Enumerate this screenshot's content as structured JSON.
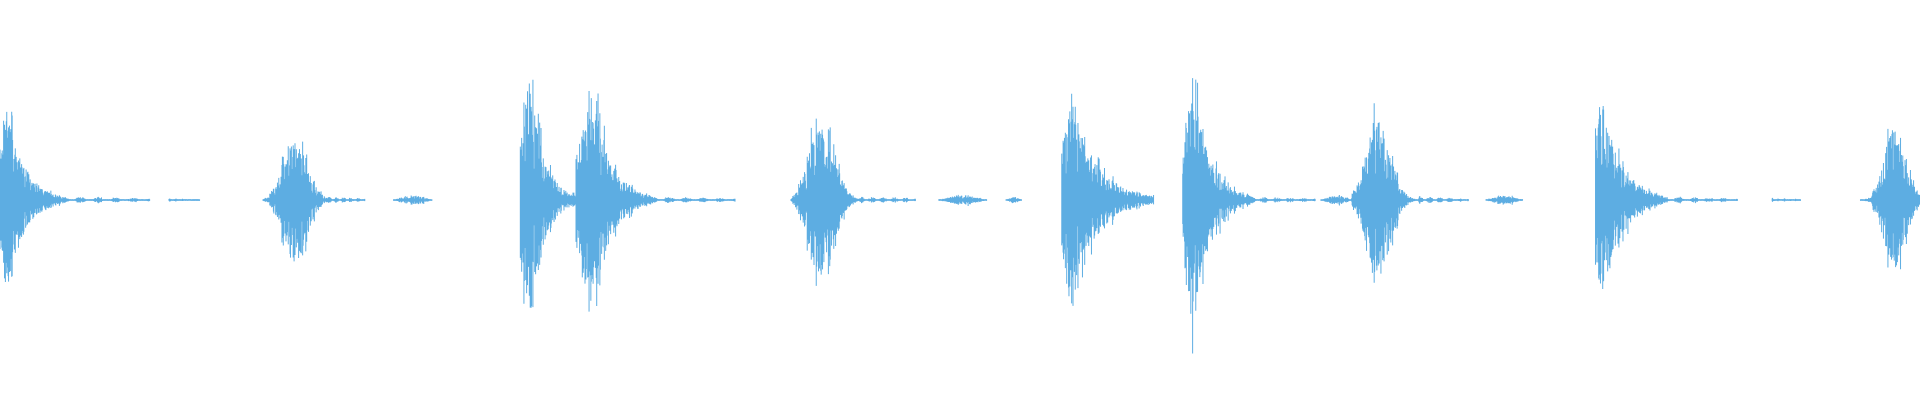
{
  "waveform": {
    "color": "#5dade2",
    "background": "#ffffff",
    "duration_fraction_segments": [
      {
        "id": "burst-1",
        "start": 0.0,
        "peak": 0.003,
        "end": 0.032,
        "amplitude": 0.58,
        "style": "percussive"
      },
      {
        "id": "tail-1a",
        "start": 0.032,
        "peak": 0.036,
        "end": 0.078,
        "amplitude": 0.02,
        "style": "tail"
      },
      {
        "id": "tail-1b",
        "start": 0.088,
        "peak": 0.095,
        "end": 0.104,
        "amplitude": 0.01,
        "style": "tail"
      },
      {
        "id": "burst-2",
        "start": 0.137,
        "peak": 0.153,
        "end": 0.171,
        "amplitude": 0.36,
        "style": "swell"
      },
      {
        "id": "tail-2a",
        "start": 0.171,
        "peak": 0.174,
        "end": 0.19,
        "amplitude": 0.02,
        "style": "tail"
      },
      {
        "id": "blip-2b",
        "start": 0.205,
        "peak": 0.211,
        "end": 0.225,
        "amplitude": 0.03,
        "style": "blip"
      },
      {
        "id": "burst-3",
        "start": 0.271,
        "peak": 0.276,
        "end": 0.3,
        "amplitude": 0.7,
        "style": "percussive"
      },
      {
        "id": "burst-4",
        "start": 0.3,
        "peak": 0.309,
        "end": 0.339,
        "amplitude": 0.62,
        "style": "percussive"
      },
      {
        "id": "tail-4a",
        "start": 0.339,
        "peak": 0.342,
        "end": 0.383,
        "amplitude": 0.02,
        "style": "tail"
      },
      {
        "id": "burst-5",
        "start": 0.412,
        "peak": 0.427,
        "end": 0.448,
        "amplitude": 0.44,
        "style": "swell"
      },
      {
        "id": "tail-5a",
        "start": 0.448,
        "peak": 0.451,
        "end": 0.477,
        "amplitude": 0.02,
        "style": "tail"
      },
      {
        "id": "blip-5b",
        "start": 0.489,
        "peak": 0.494,
        "end": 0.514,
        "amplitude": 0.03,
        "style": "blip"
      },
      {
        "id": "blip-5c",
        "start": 0.524,
        "peak": 0.527,
        "end": 0.532,
        "amplitude": 0.02,
        "style": "blip"
      },
      {
        "id": "burst-6",
        "start": 0.553,
        "peak": 0.557,
        "end": 0.601,
        "amplitude": 0.57,
        "style": "percussive"
      },
      {
        "id": "burst-7",
        "start": 0.616,
        "peak": 0.621,
        "end": 0.651,
        "amplitude": 0.7,
        "style": "percussive"
      },
      {
        "id": "tail-7a",
        "start": 0.651,
        "peak": 0.654,
        "end": 0.685,
        "amplitude": 0.02,
        "style": "tail"
      },
      {
        "id": "blip-7b",
        "start": 0.688,
        "peak": 0.695,
        "end": 0.704,
        "amplitude": 0.03,
        "style": "blip"
      },
      {
        "id": "burst-8",
        "start": 0.704,
        "peak": 0.717,
        "end": 0.739,
        "amplitude": 0.46,
        "style": "swell"
      },
      {
        "id": "tail-8a",
        "start": 0.739,
        "peak": 0.742,
        "end": 0.765,
        "amplitude": 0.02,
        "style": "tail"
      },
      {
        "id": "blip-8b",
        "start": 0.774,
        "peak": 0.777,
        "end": 0.793,
        "amplitude": 0.03,
        "style": "blip"
      },
      {
        "id": "burst-9",
        "start": 0.831,
        "peak": 0.834,
        "end": 0.866,
        "amplitude": 0.62,
        "style": "percussive"
      },
      {
        "id": "tail-9a",
        "start": 0.866,
        "peak": 0.869,
        "end": 0.905,
        "amplitude": 0.02,
        "style": "tail"
      },
      {
        "id": "tail-9b",
        "start": 0.923,
        "peak": 0.926,
        "end": 0.938,
        "amplitude": 0.01,
        "style": "tail"
      },
      {
        "id": "burst-10",
        "start": 0.969,
        "peak": 0.986,
        "end": 1.0,
        "amplitude": 0.4,
        "style": "swell"
      }
    ]
  }
}
